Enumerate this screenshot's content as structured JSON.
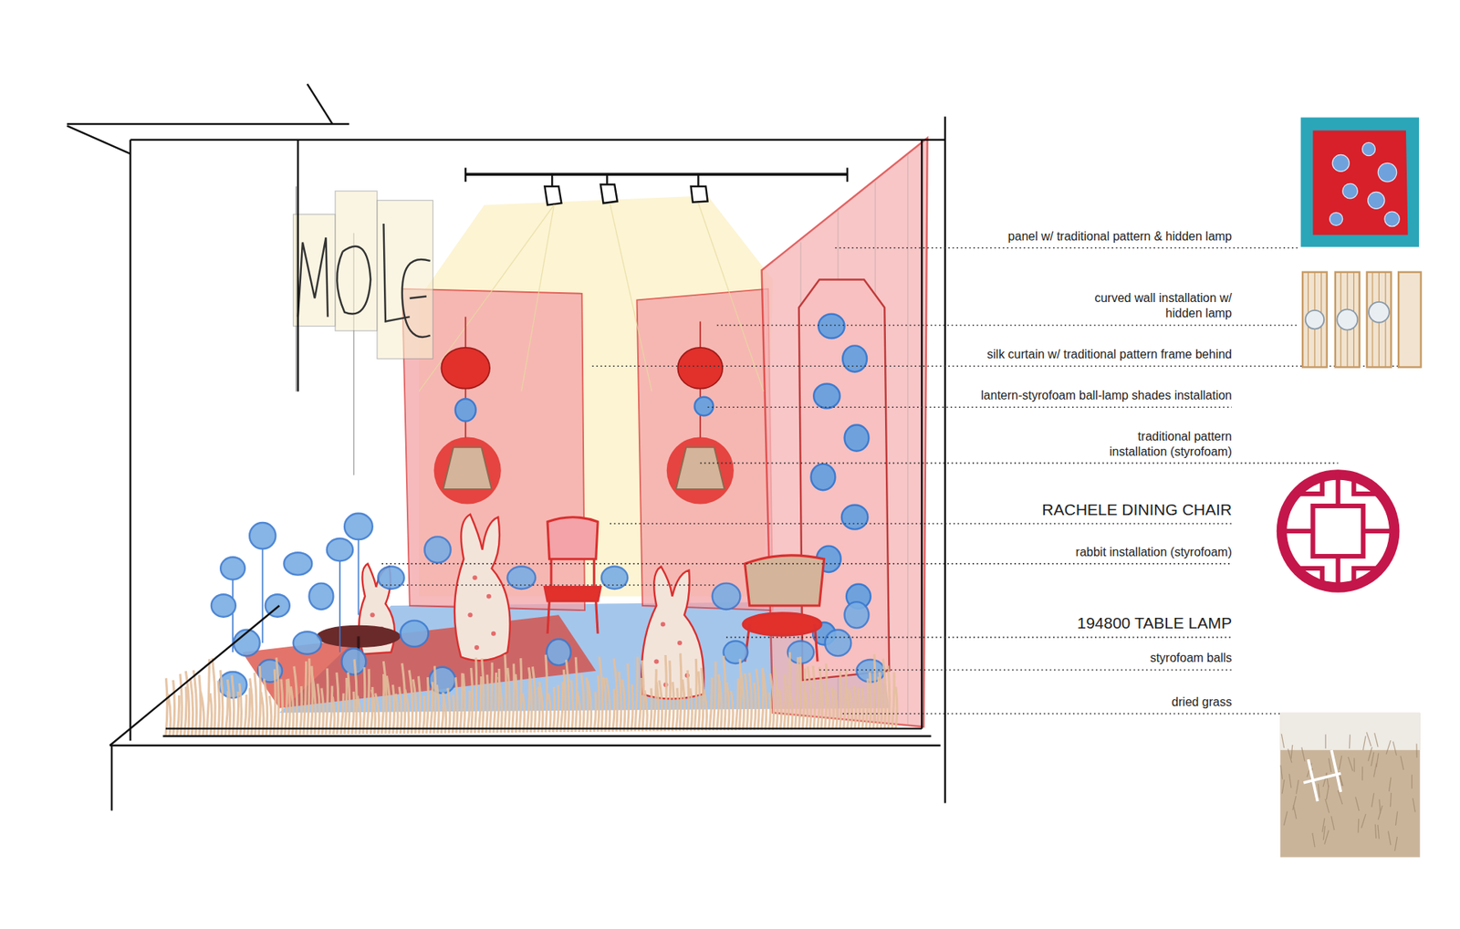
{
  "diagram": {
    "labels": [
      "panel w/ traditional pattern & hidden lamp",
      "curved wall installation w/ hidden lamp",
      "silk curtain w/ traditional pattern frame behind",
      "lantern-styrofoam ball-lamp shades installation",
      "traditional pattern installation (styrofoam)",
      "RACHELE DINING CHAIR",
      "rabbit installation (styrofoam)",
      "194800 TABLE LAMP",
      "styrofoam balls",
      "dried grass"
    ]
  }
}
